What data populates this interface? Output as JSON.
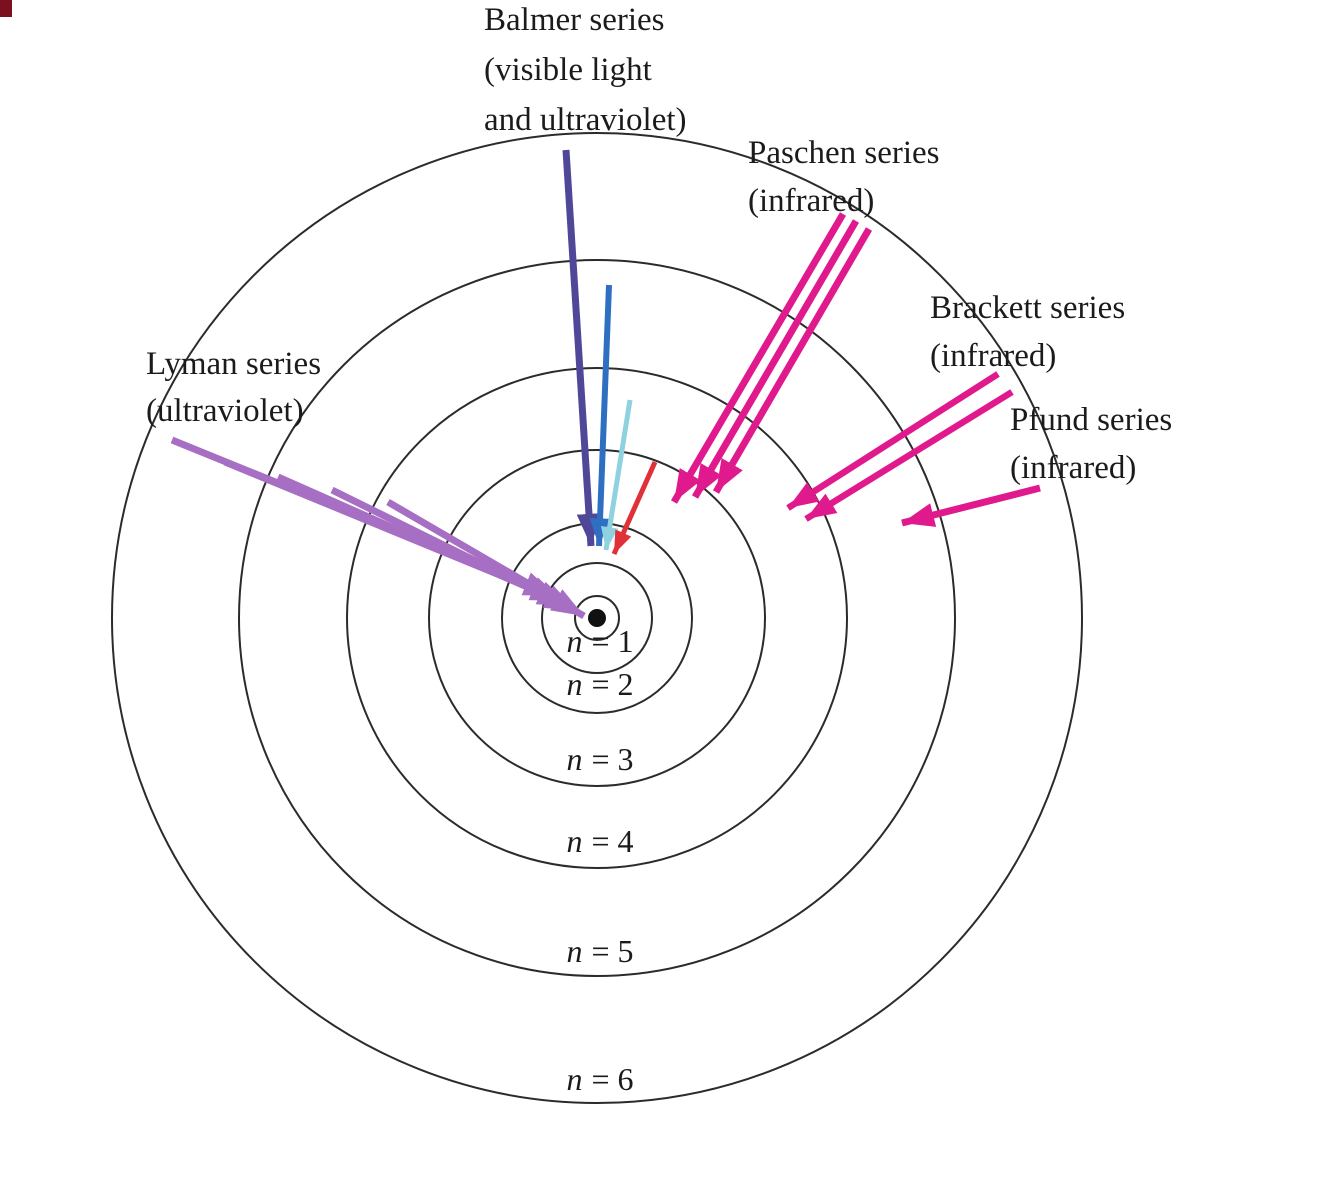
{
  "colors": {
    "background": "#ffffff",
    "orbit_stroke": "#2b2b2b",
    "text": "#1b1b1b",
    "nucleus": "#111111",
    "lyman_purple": "#a76fc4",
    "balmer_indigo": "#4f4899",
    "balmer_blue": "#2f6fc1",
    "balmer_cyan": "#8ed2df",
    "balmer_red": "#e03038",
    "infrared_magenta": "#e01a8c",
    "corner_mark": "#7a1020"
  },
  "series": {
    "balmer": {
      "lines": [
        "Balmer series",
        "(visible light",
        "and ultraviolet)"
      ],
      "arrow_count": 4
    },
    "paschen": {
      "lines": [
        "Paschen series",
        "(infrared)"
      ],
      "arrow_count": 3
    },
    "brackett": {
      "lines": [
        "Brackett series",
        "(infrared)"
      ],
      "arrow_count": 2
    },
    "pfund": {
      "lines": [
        "Pfund series",
        "(infrared)"
      ],
      "arrow_count": 1
    },
    "lyman": {
      "lines": [
        "Lyman series",
        "(ultraviolet)"
      ],
      "arrow_count": 5
    }
  },
  "orbits": [
    {
      "symbol": "n",
      "eq": "= 1"
    },
    {
      "symbol": "n",
      "eq": "= 2"
    },
    {
      "symbol": "n",
      "eq": "= 3"
    },
    {
      "symbol": "n",
      "eq": "= 4"
    },
    {
      "symbol": "n",
      "eq": "= 5"
    },
    {
      "symbol": "n",
      "eq": "= 6"
    }
  ]
}
